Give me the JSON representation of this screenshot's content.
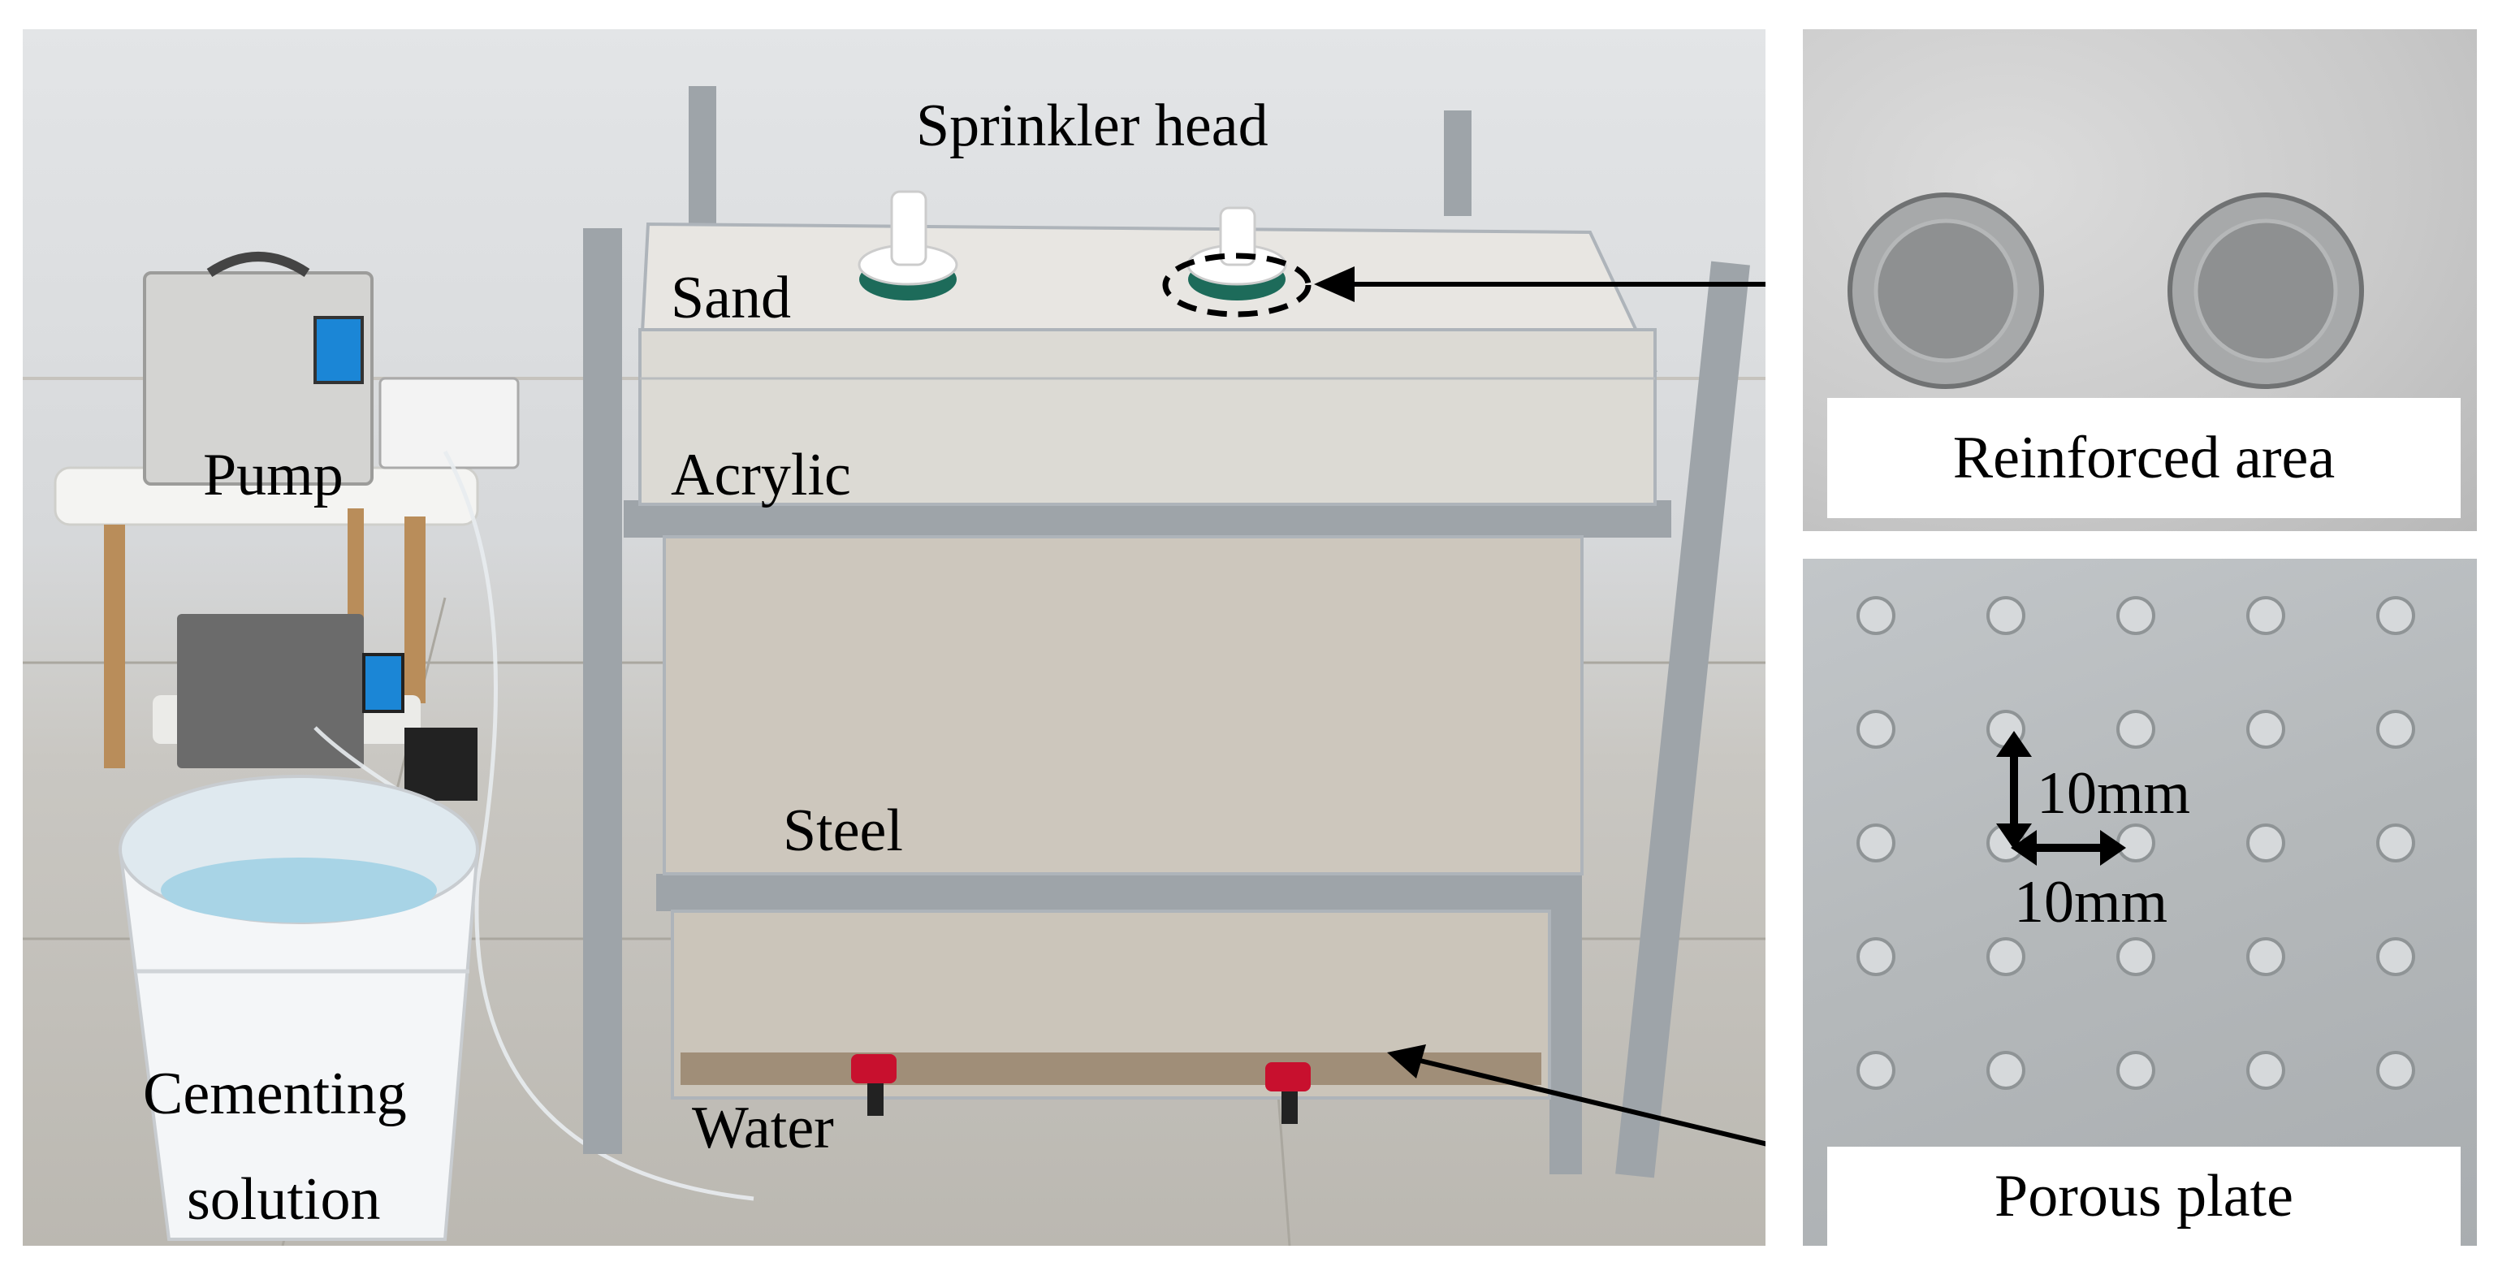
{
  "main_photo": {
    "labels": {
      "sprinkler_head": "Sprinkler head",
      "sand": "Sand",
      "pump": "Pump",
      "acrylic": "Acrylic",
      "steel": "Steel",
      "cementing": "Cementing",
      "solution": "solution",
      "water": "Water"
    }
  },
  "reinforced_photo": {
    "caption": "Reinforced area"
  },
  "porous_photo": {
    "caption": "Porous plate",
    "spacing_vertical": "10mm",
    "spacing_horizontal": "10mm"
  },
  "colors": {
    "frame": "#9ea4a9",
    "sand": "#dcdad4",
    "valve": "#c8102e",
    "bucket": "#f4f6f8",
    "arrow": "#000000"
  }
}
